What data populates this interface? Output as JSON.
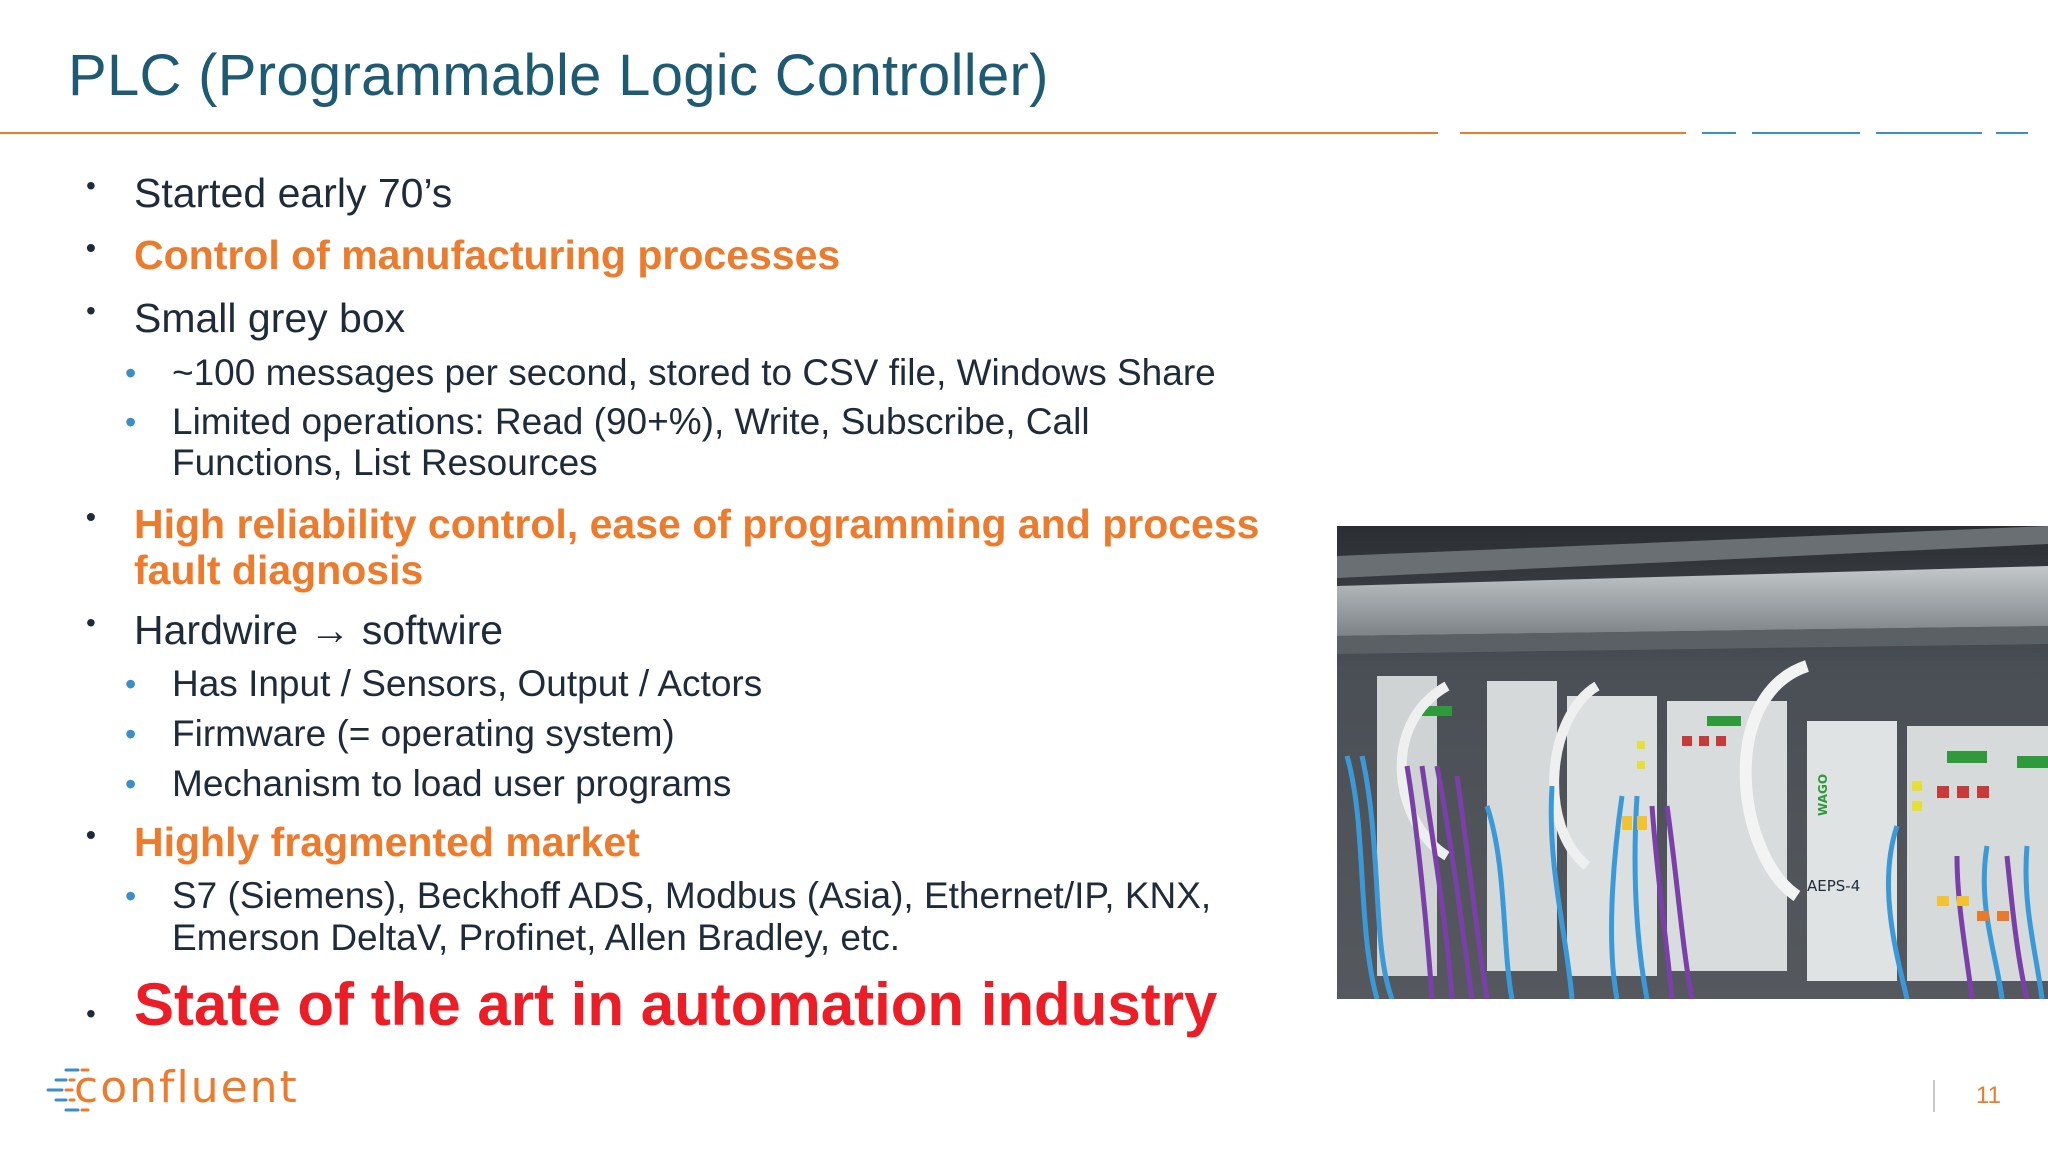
{
  "slide": {
    "title": "PLC (Programmable Logic Controller)",
    "page_number": "11",
    "logo_text": "confluent"
  },
  "bullets": [
    {
      "text": "Started early 70’s",
      "style": "normal"
    },
    {
      "text": "Control of manufacturing processes",
      "style": "orange"
    },
    {
      "text": "Small grey box",
      "style": "normal",
      "sub": [
        "~100 messages per second, stored to CSV file, Windows Share",
        "Limited operations: Read (90+%), Write, Subscribe, Call",
        "Functions, List Resources"
      ]
    },
    {
      "text": "High reliability control, ease of programming and process",
      "text2": "fault diagnosis",
      "style": "orange"
    },
    {
      "text": "Hardwire → softwire",
      "style": "normal",
      "sub": [
        "Has Input / Sensors, Output / Actors",
        "Firmware (= operating system)",
        "Mechanism to load user programs"
      ]
    },
    {
      "text": "Highly fragmented market",
      "style": "orange",
      "sub": [
        "S7 (Siemens), Beckhoff ADS, Modbus (Asia), Ethernet/IP, KNX,",
        "Emerson DeltaV, Profinet, Allen Bradley, etc."
      ]
    },
    {
      "text": "State of the art in automation industry",
      "style": "red"
    }
  ],
  "photo": {
    "labels": [
      "AEPS-4",
      "WAGO"
    ],
    "colors": {
      "wire_blue": "#3a9ad9",
      "wire_purple": "#7a3fa8",
      "module": "#d8dcdc",
      "rail": "#9aa0a4"
    }
  },
  "colors": {
    "title": "#1d5a73",
    "accent_orange": "#ee7b2c",
    "accent_blue": "#3a8fc9",
    "highlight_red": "#ee1c25"
  }
}
